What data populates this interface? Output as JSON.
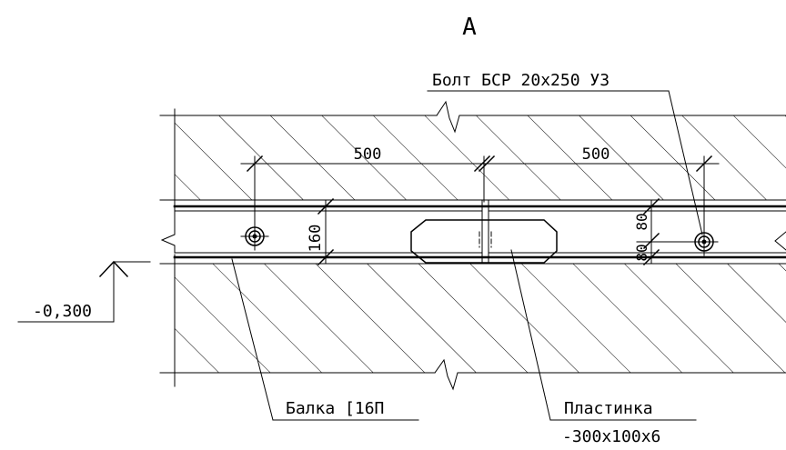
{
  "view_label": "А",
  "labels": {
    "bolt": "Болт БСР 20х250 У3",
    "beam": "Балка [16П",
    "plate_name": "Пластинка",
    "plate_size": "-300х100х6",
    "elevation": "-0,300"
  },
  "dimensions": {
    "spacing_left": "500",
    "spacing_right": "500",
    "beam_height": "160",
    "bolt_offset_top": "80",
    "bolt_offset_bottom": "80"
  }
}
